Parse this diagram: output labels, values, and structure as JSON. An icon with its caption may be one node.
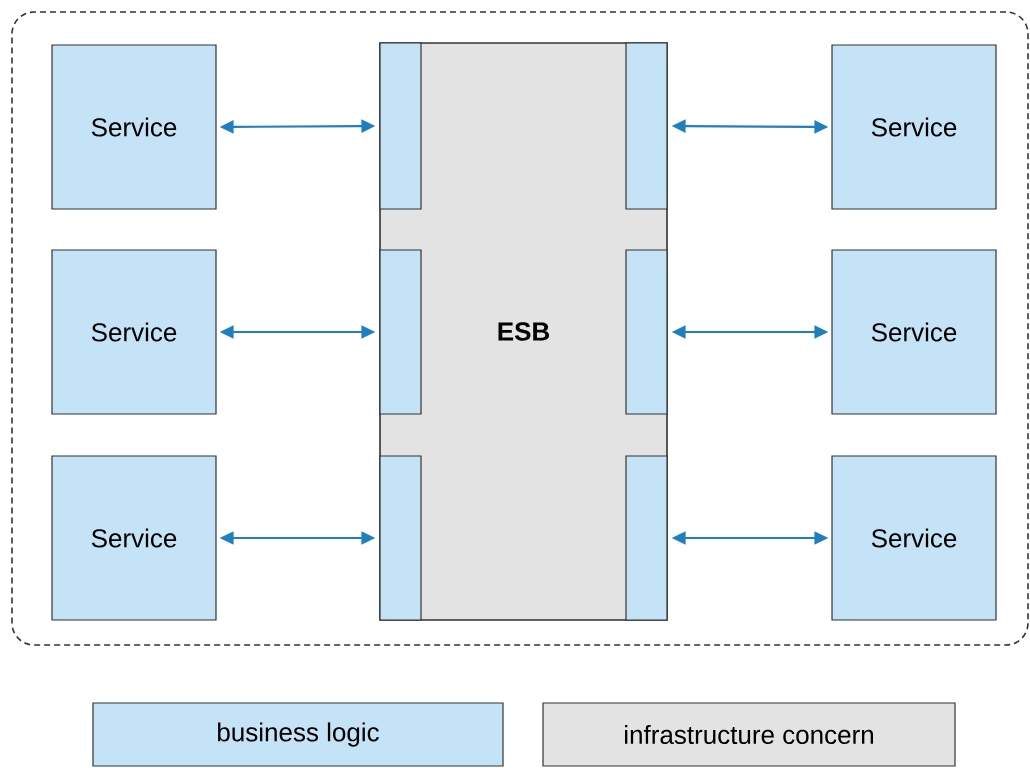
{
  "diagram": {
    "nodes": [
      {
        "text": [],
        "shape": "box"
      },
      {
        "text": [
          "Service"
        ],
        "in": 0
      },
      {
        "text": [
          "Service"
        ],
        "in": 0
      },
      {
        "text": [
          "Service"
        ],
        "in": 0
      },
      {
        "text": [
          "ESB"
        ],
        "in": 0
      },
      {
        "text": [],
        "shape": "bar",
        "in": 4
      },
      {
        "text": [],
        "shape": "bar",
        "in": 4
      },
      {
        "text": [],
        "shape": "bar",
        "in": 4
      },
      {
        "text": [],
        "shape": "bar",
        "in": 4
      },
      {
        "text": [],
        "shape": "bar",
        "in": 4
      },
      {
        "text": [],
        "shape": "bar",
        "in": 4
      },
      {
        "text": [
          "Service"
        ],
        "in": 0
      },
      {
        "text": [
          "Service"
        ],
        "in": 0
      },
      {
        "text": [
          "Service"
        ],
        "in": 0
      }
    ],
    "edges": [
      {
        "from": 1,
        "to": 5,
        "arrow": "both"
      },
      {
        "from": 2,
        "to": 6,
        "arrow": "both"
      },
      {
        "from": 3,
        "to": 7,
        "arrow": "both"
      },
      {
        "from": 11,
        "to": 8,
        "arrow": "both"
      },
      {
        "from": 12,
        "to": 9,
        "arrow": "both"
      },
      {
        "from": 13,
        "to": 10,
        "arrow": "both"
      }
    ],
    "legend": [
      {
        "text": "business logic",
        "color": "#c5e3f6"
      },
      {
        "text": "infrastructure concern",
        "color": "#e3e3e3"
      }
    ]
  }
}
